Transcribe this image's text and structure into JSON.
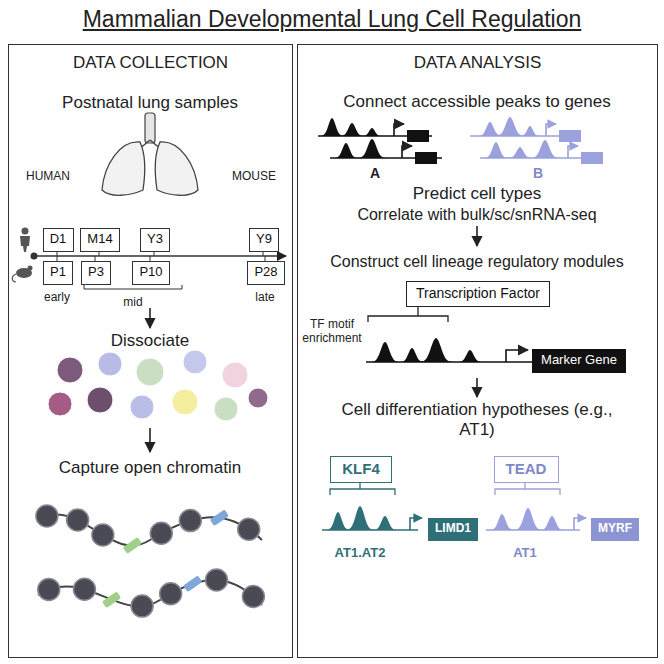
{
  "diagram": {
    "title": "Mammalian Developmental Lung Cell Regulation",
    "nodes": [
      {
        "text": [
          "DATA COLLECTION"
        ]
      },
      {
        "text": [
          "DATA ANALYSIS"
        ]
      },
      {
        "text": [
          "D1"
        ],
        "in": 0
      },
      {
        "text": [
          "M14"
        ],
        "in": 0
      },
      {
        "text": [
          "Y3"
        ],
        "in": 0
      },
      {
        "text": [
          "Y9"
        ],
        "in": 0
      },
      {
        "text": [
          "P1"
        ],
        "in": 0
      },
      {
        "text": [
          "P3"
        ],
        "in": 0
      },
      {
        "text": [
          "P10"
        ],
        "in": 0
      },
      {
        "text": [
          "P28"
        ],
        "in": 0
      },
      {
        "text": [
          "Transcription Factor"
        ],
        "in": 1
      },
      {
        "text": [
          "Marker Gene"
        ],
        "in": 1
      },
      {
        "text": [
          "KLF4"
        ],
        "in": 1
      },
      {
        "text": [
          "LIMD1"
        ],
        "in": 1
      },
      {
        "text": [
          "TEAD"
        ],
        "in": 1
      },
      {
        "text": [
          "MYRF"
        ],
        "in": 1
      }
    ],
    "labels": [
      "Postnatal lung samples",
      "HUMAN",
      "MOUSE",
      "early",
      "mid",
      "late",
      "Dissociate",
      "Capture open chromatin",
      "Connect accessible peaks to genes",
      "A",
      "B",
      "Predict cell types",
      "Correlate with bulk/sc/snRNA-seq",
      "Construct cell lineage regulatory modules",
      "TF motif enrichment",
      "Cell differentiation hypotheses (e.g., AT1)",
      "AT1.AT2",
      "AT1"
    ]
  }
}
